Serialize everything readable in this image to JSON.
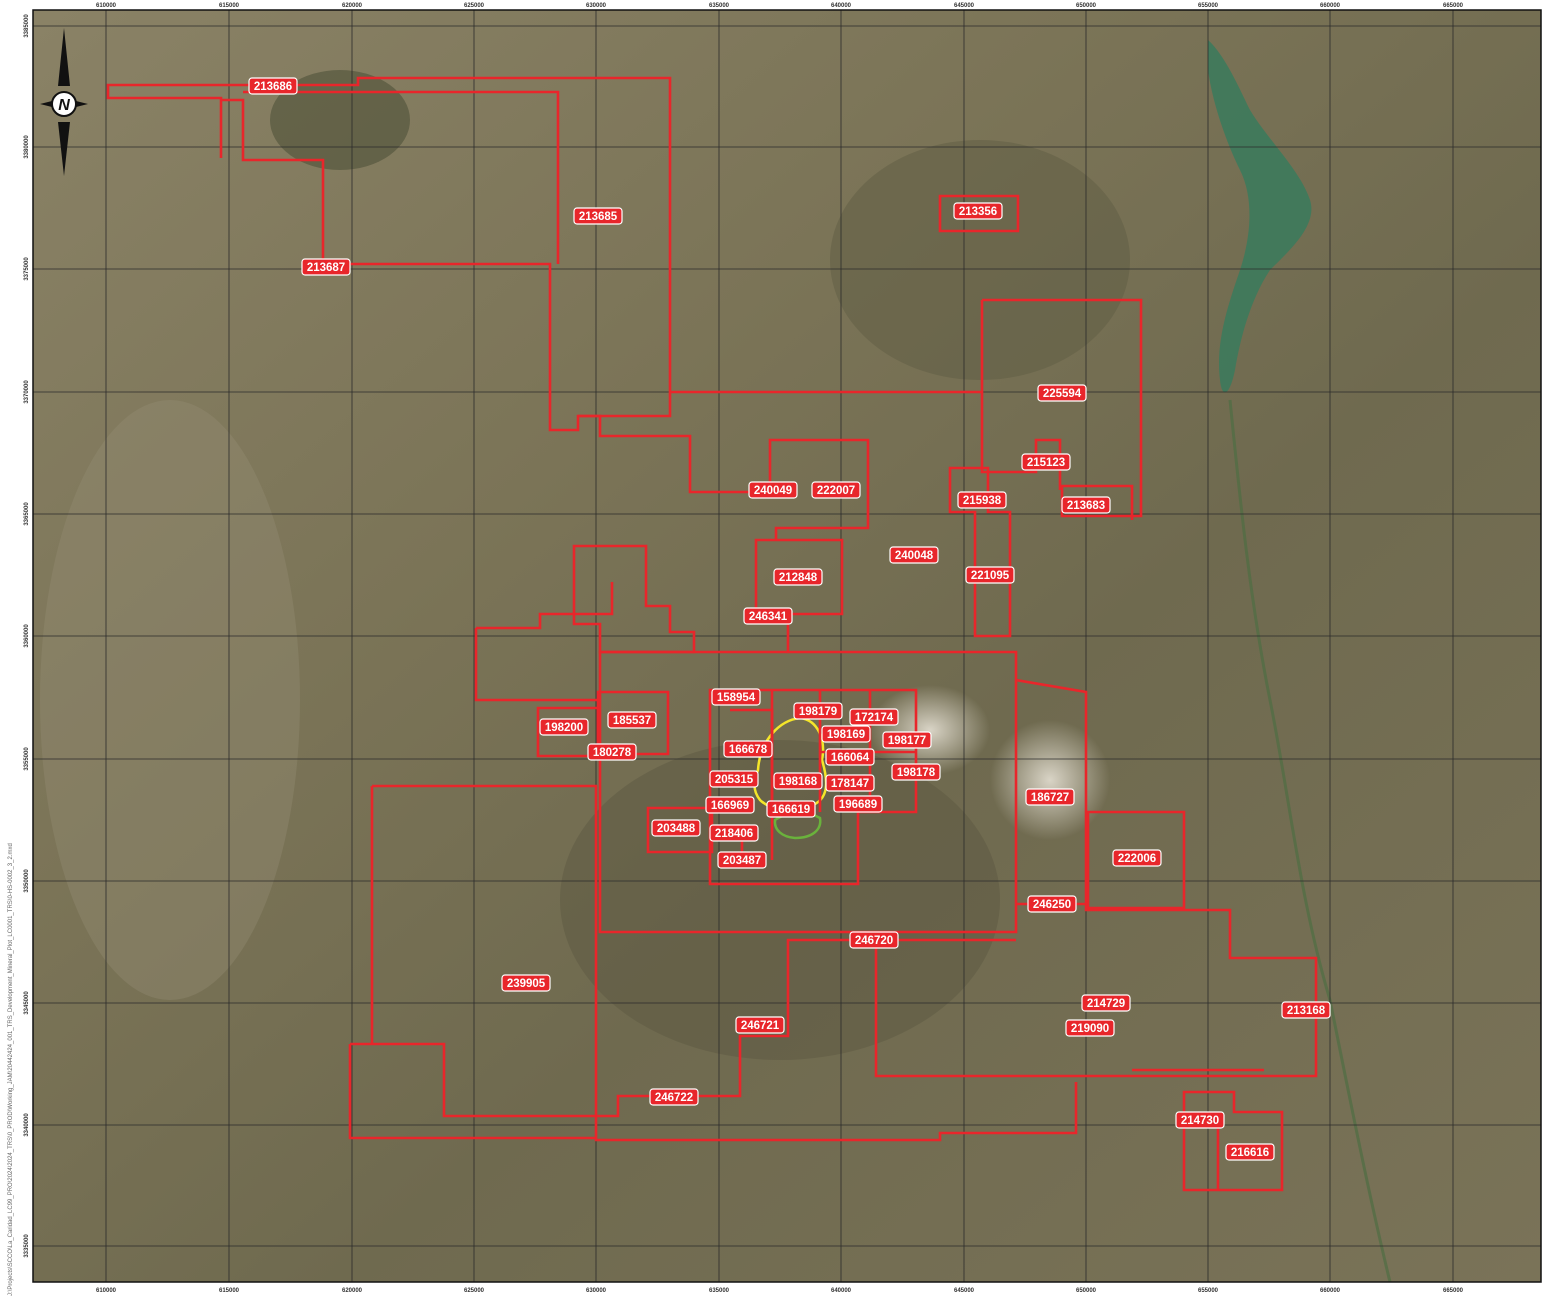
{
  "map": {
    "side_note": "J:\\Projects\\SCCO\\La_Caridad_LC99_PRO\\2024\\2024_TRS\\0_PROD\\Working_JAM\\20442424_001_TRS_Development_Mineral_Plot_LC0001_TRS\\0-HS-0002_3_2.mxd",
    "north_label": "N",
    "easting_ticks": [
      "610000",
      "615000",
      "620000",
      "625000",
      "630000",
      "635000",
      "640000",
      "645000",
      "650000",
      "655000",
      "660000",
      "665000"
    ],
    "northing_ticks": [
      "3385000",
      "3380000",
      "3375000",
      "3370000",
      "3365000",
      "3360000",
      "3355000",
      "3350000",
      "3345000",
      "3340000",
      "3335000"
    ],
    "colors": {
      "claim": "#e8262b",
      "pit_outline": "#f5e62a",
      "dump_outline": "#6ab23c",
      "reservoir": "#3d7a5c",
      "terrain": "#7d7558"
    },
    "claims": [
      {
        "id": "213686"
      },
      {
        "id": "213685"
      },
      {
        "id": "213687"
      },
      {
        "id": "213356"
      },
      {
        "id": "225594"
      },
      {
        "id": "215123"
      },
      {
        "id": "215938"
      },
      {
        "id": "213683"
      },
      {
        "id": "240049"
      },
      {
        "id": "222007"
      },
      {
        "id": "240048"
      },
      {
        "id": "221095"
      },
      {
        "id": "212848"
      },
      {
        "id": "246341"
      },
      {
        "id": "158954"
      },
      {
        "id": "198179"
      },
      {
        "id": "172174"
      },
      {
        "id": "198169"
      },
      {
        "id": "198177"
      },
      {
        "id": "166678"
      },
      {
        "id": "166064"
      },
      {
        "id": "198178"
      },
      {
        "id": "205315"
      },
      {
        "id": "198168"
      },
      {
        "id": "178147"
      },
      {
        "id": "166969"
      },
      {
        "id": "166619"
      },
      {
        "id": "196689"
      },
      {
        "id": "198200"
      },
      {
        "id": "185537"
      },
      {
        "id": "180278"
      },
      {
        "id": "203488"
      },
      {
        "id": "218406"
      },
      {
        "id": "203487"
      },
      {
        "id": "186727"
      },
      {
        "id": "222006"
      },
      {
        "id": "246250"
      },
      {
        "id": "246720"
      },
      {
        "id": "239905"
      },
      {
        "id": "214729"
      },
      {
        "id": "213168"
      },
      {
        "id": "219090"
      },
      {
        "id": "246721"
      },
      {
        "id": "246722"
      },
      {
        "id": "214730"
      },
      {
        "id": "216616"
      }
    ]
  }
}
